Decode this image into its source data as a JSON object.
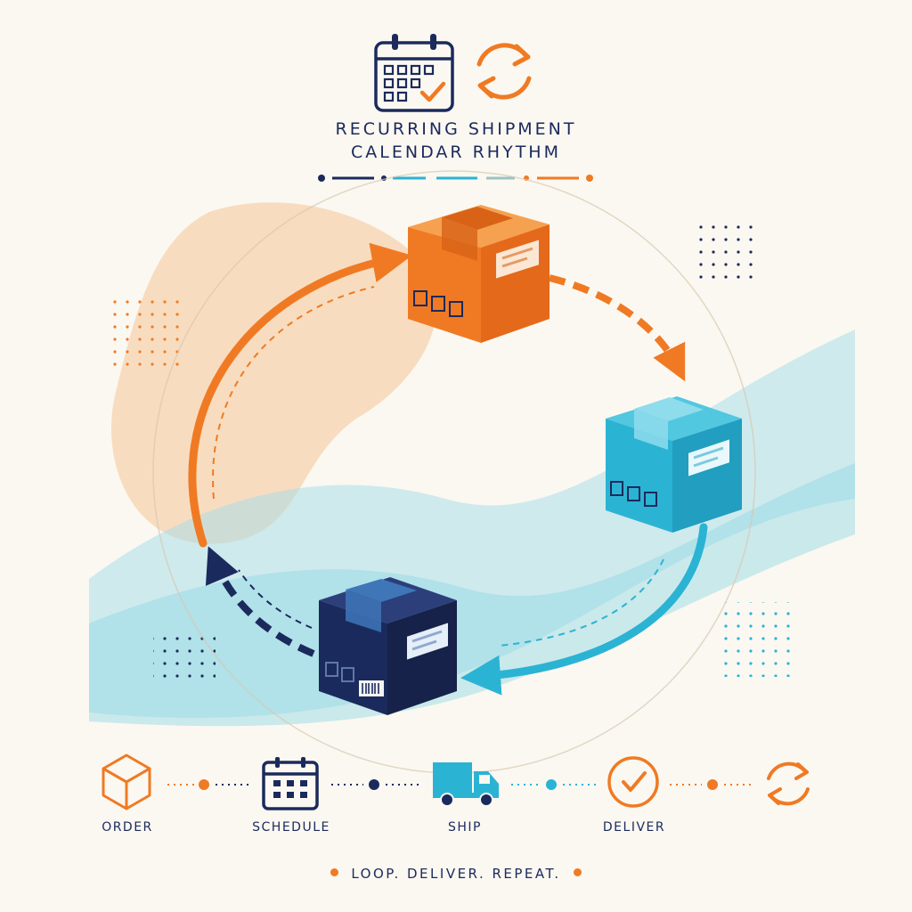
{
  "header": {
    "title_line_1": "RECURRING SHIPMENT",
    "title_line_2": "CALENDAR RHYTHM"
  },
  "icons": {
    "header_calendar": "calendar-check-icon",
    "header_refresh": "refresh-cycle-icon",
    "box_orange": "package-box-icon",
    "box_teal": "package-box-icon",
    "box_navy": "package-box-icon"
  },
  "steps": [
    {
      "label": "ORDER",
      "icon": "box-outline-icon"
    },
    {
      "label": "SCHEDULE",
      "icon": "calendar-grid-icon"
    },
    {
      "label": "SHIP",
      "icon": "truck-icon"
    },
    {
      "label": "DELIVER",
      "icon": "check-circle-icon"
    },
    {
      "label": "",
      "icon": "refresh-cycle-icon"
    }
  ],
  "tagline": "LOOP. DELIVER. REPEAT.",
  "colors": {
    "navy": "#1b2a5c",
    "orange": "#f07a23",
    "teal": "#2bb3d4",
    "background": "#fbf8f1",
    "peach_blob": "#f7d3ae",
    "wave": "#a9dfe9"
  }
}
